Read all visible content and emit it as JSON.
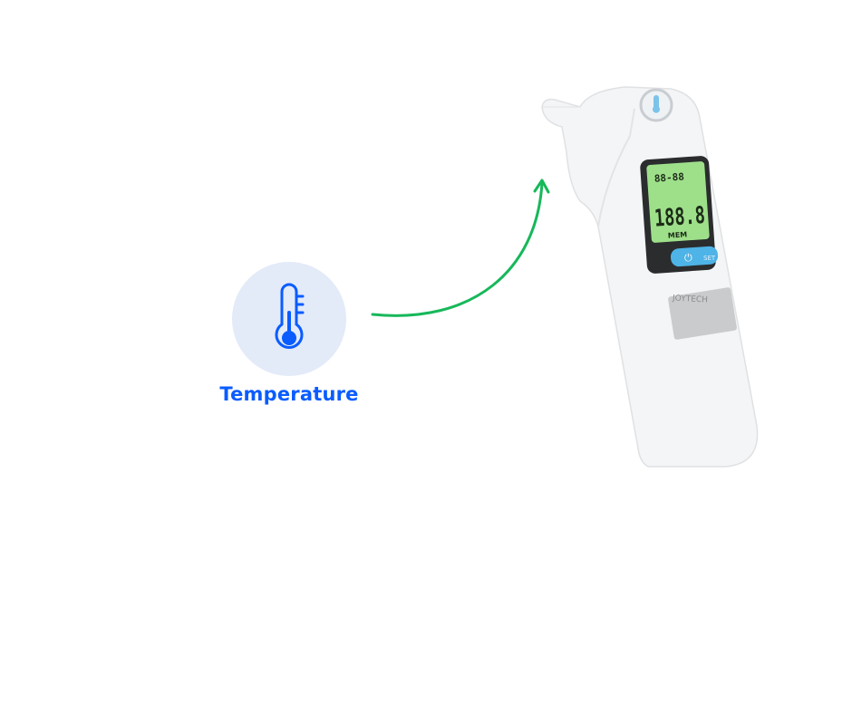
{
  "feature": {
    "label": "Temperature",
    "icon": "thermometer-icon",
    "accent": "#0a5cff",
    "circle_bg": "#e3eaf8"
  },
  "connector": {
    "color": "#17b85a"
  },
  "device": {
    "display_top": "88-88",
    "display_main": "188.8",
    "display_mem": "MEM",
    "button_set": "SET",
    "brand": "JOYTECH"
  }
}
